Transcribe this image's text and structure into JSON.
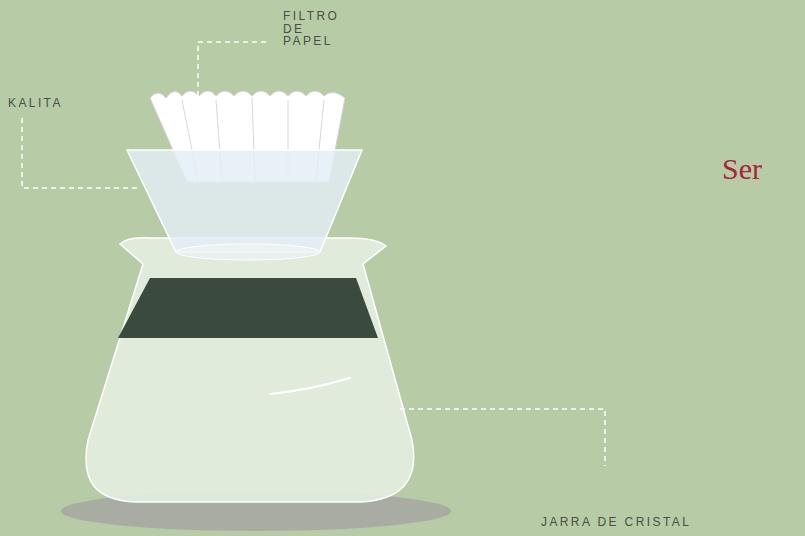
{
  "diagram": {
    "title": "Ser",
    "labels": [
      "FILTRO DE PAPEL",
      "KALITA",
      "JARRA DE CRISTAL"
    ]
  }
}
